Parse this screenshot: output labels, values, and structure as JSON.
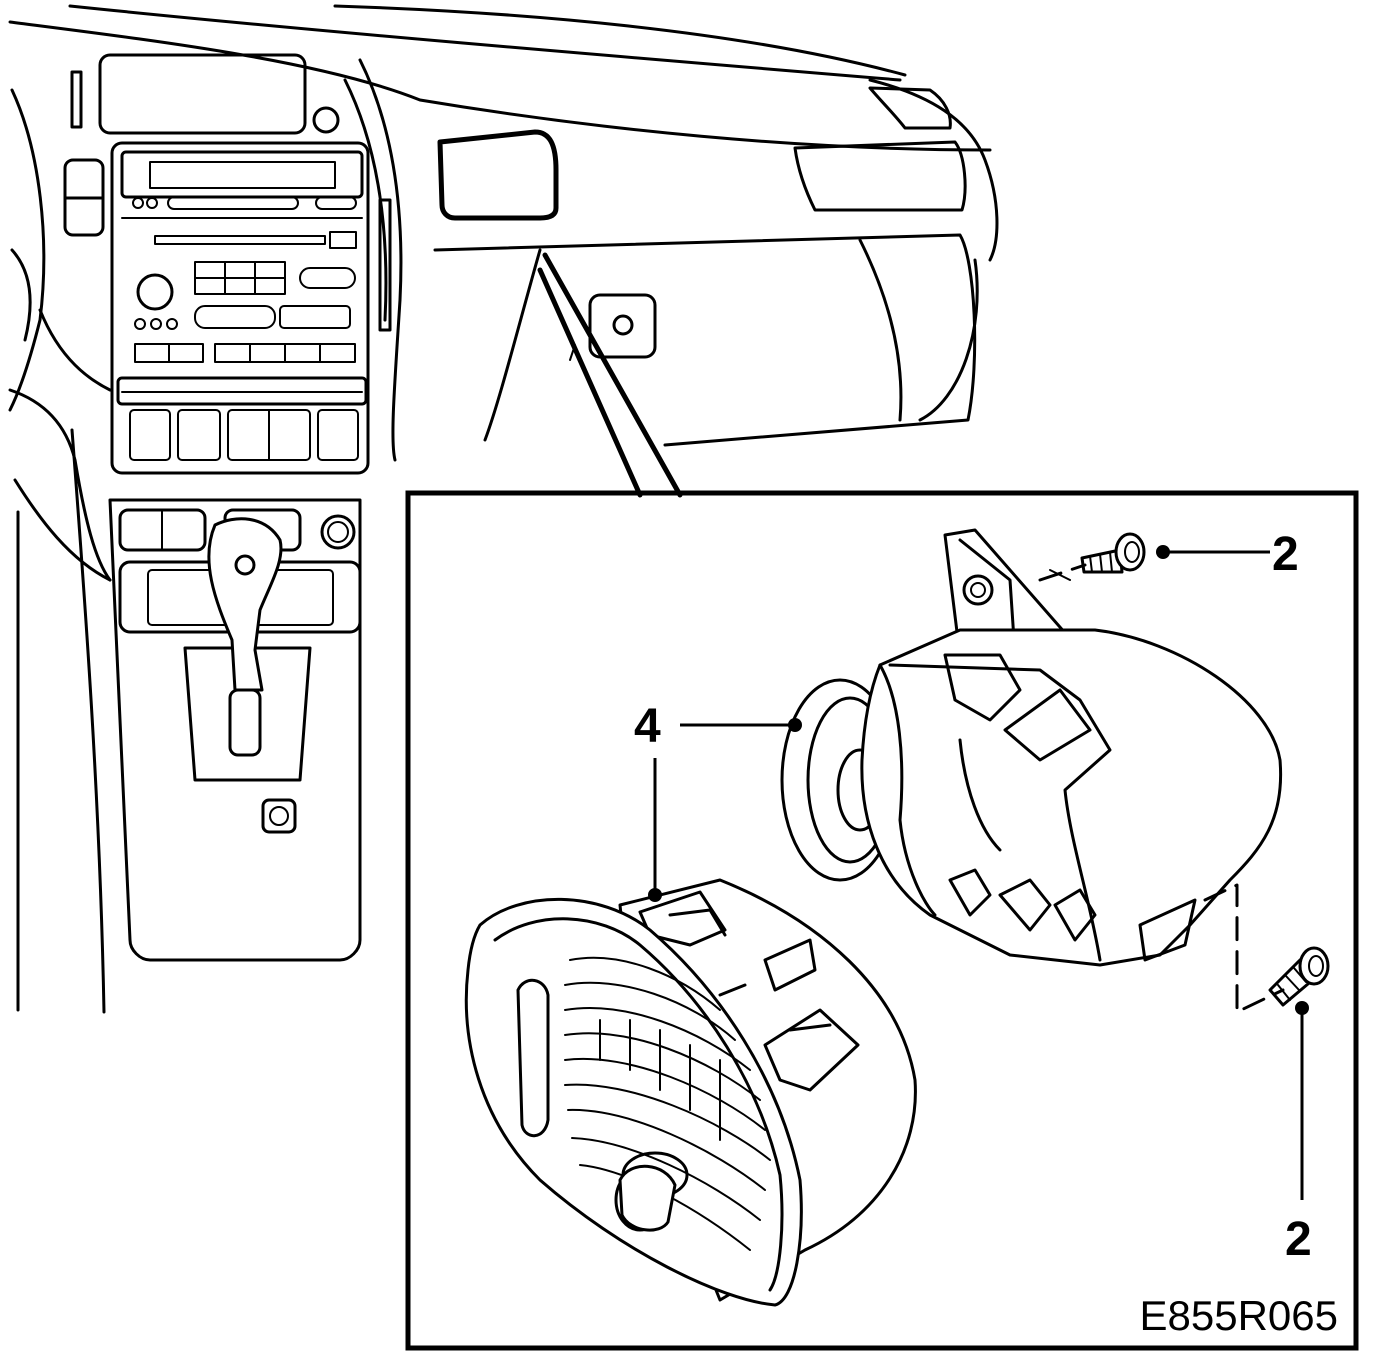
{
  "callouts": {
    "screw_top": "2",
    "screw_bottom": "2",
    "vent": "4"
  },
  "figure_code": "E855R065",
  "colors": {
    "line": "#000000",
    "background": "#ffffff"
  }
}
